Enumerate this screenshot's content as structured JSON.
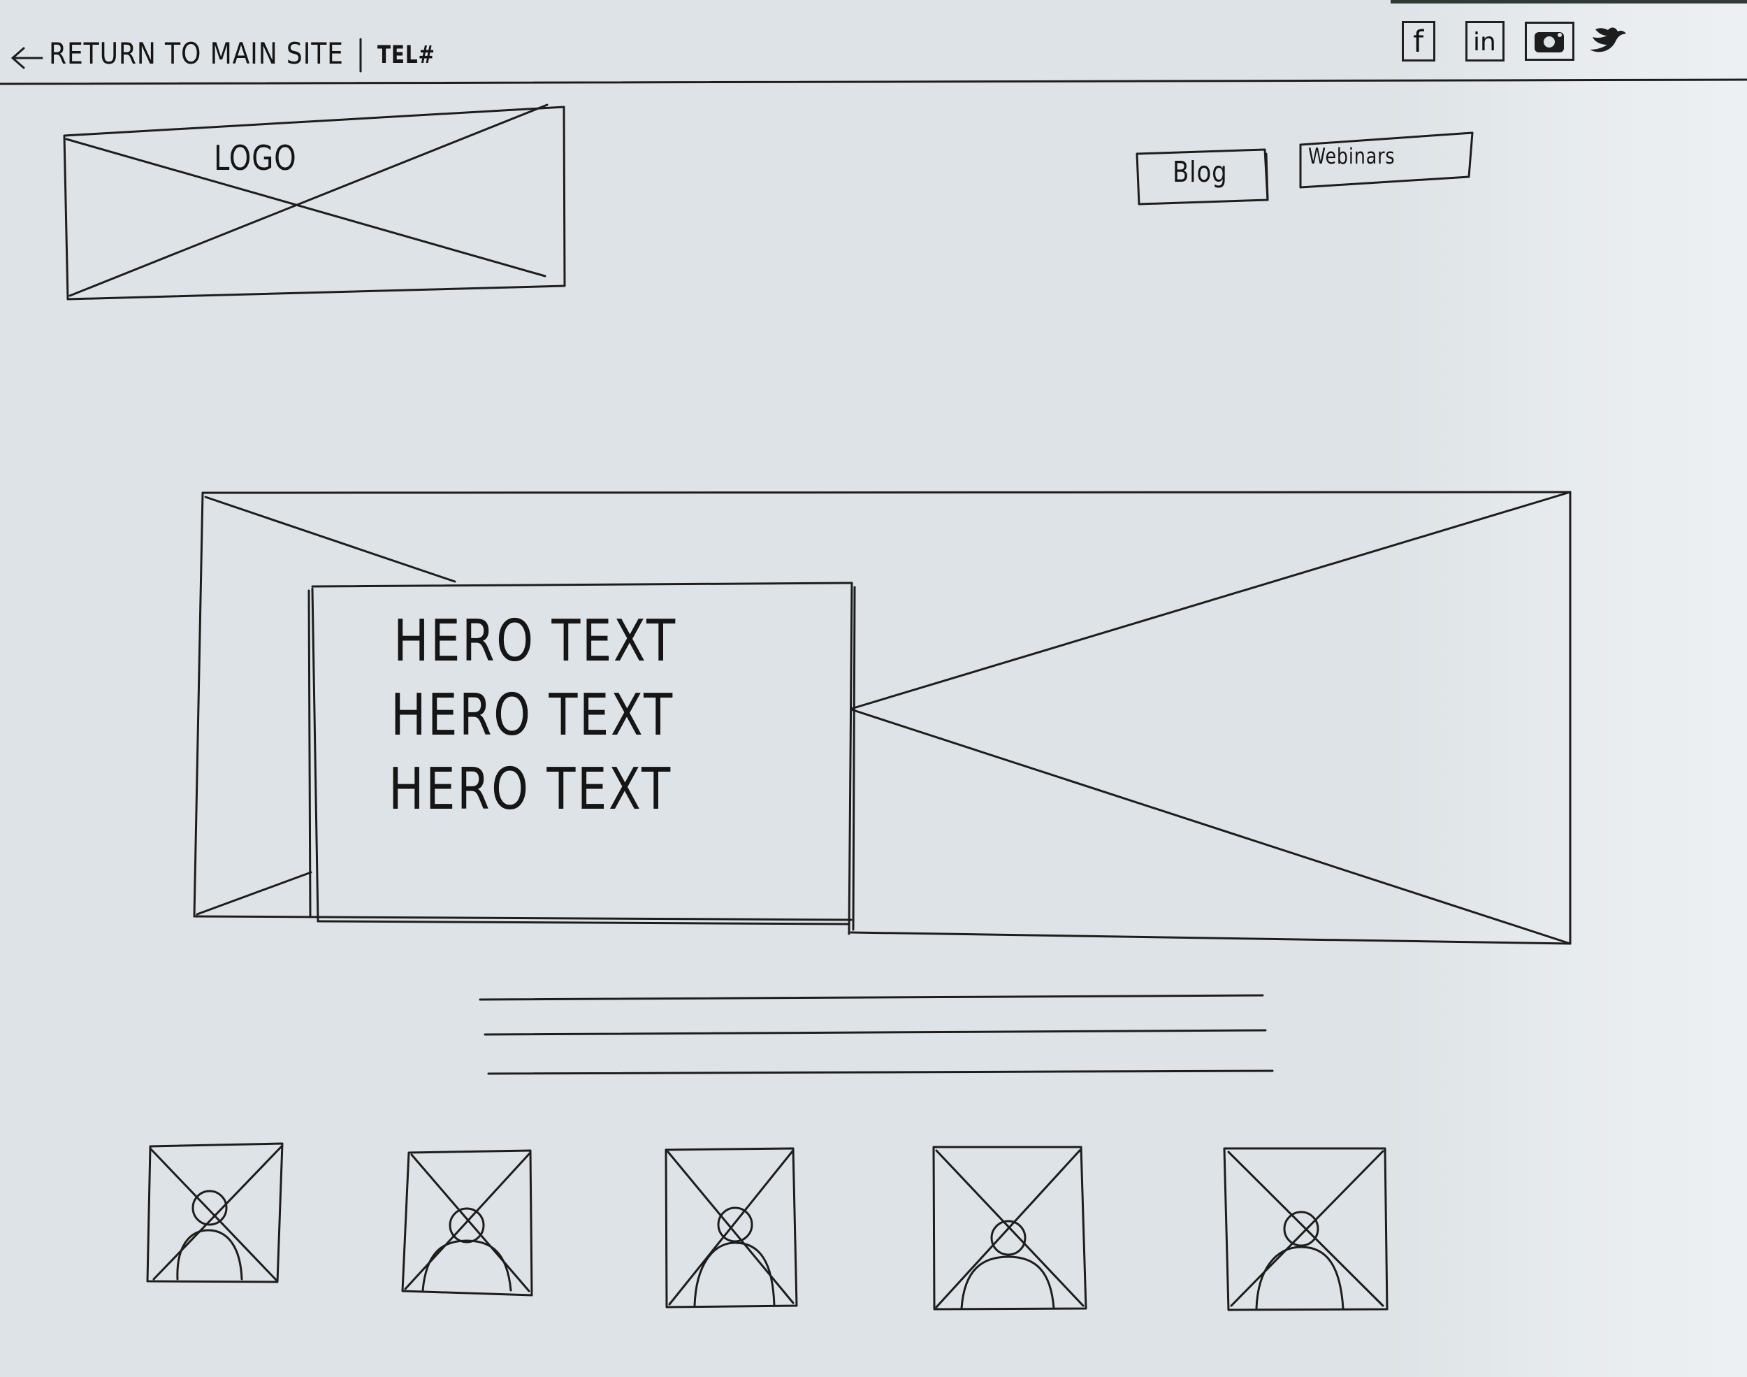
{
  "topbar": {
    "arrow_icon": "left-arrow-icon",
    "return_label": "RETURN TO MAIN SITE",
    "divider": "|",
    "tel_label": "TEL#"
  },
  "social": {
    "facebook_label": "f",
    "linkedin_label": "in",
    "instagram_icon": "instagram-icon",
    "twitter_icon": "twitter-icon"
  },
  "header": {
    "logo_label": "LOGO",
    "nav": [
      {
        "label": "Blog"
      },
      {
        "label": "Webinars"
      }
    ]
  },
  "hero": {
    "lines": [
      "HERO TEXT",
      "HERO TEXT",
      "HERO TEXT"
    ]
  },
  "text_block": {
    "lines_icon": "text-lines-placeholder"
  },
  "profiles": [
    {
      "icon": "person-icon"
    },
    {
      "icon": "person-icon"
    },
    {
      "icon": "person-icon"
    },
    {
      "icon": "person-icon"
    },
    {
      "icon": "person-icon"
    }
  ],
  "colors": {
    "paper": "#dde3e6",
    "ink": "#1f1f1f"
  }
}
